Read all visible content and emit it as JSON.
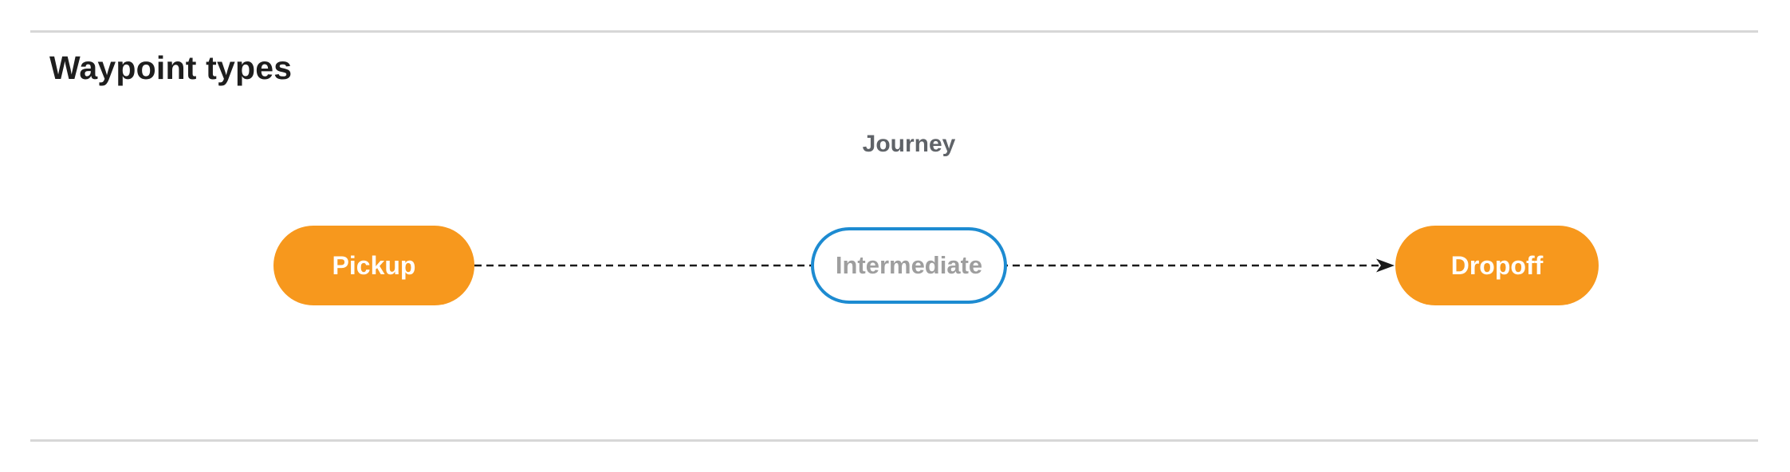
{
  "figure": {
    "title": "Waypoint types",
    "diagram": {
      "title": "Journey",
      "nodes": [
        {
          "id": "pickup",
          "label": "Pickup",
          "style": "filled",
          "fill": "#F7981D",
          "text_color": "#ffffff"
        },
        {
          "id": "intermediate",
          "label": "Intermediate",
          "style": "outlined",
          "fill": "#ffffff",
          "border_color": "#1D8BD1",
          "text_color": "#9E9E9E"
        },
        {
          "id": "dropoff",
          "label": "Dropoff",
          "style": "filled",
          "fill": "#F7981D",
          "text_color": "#ffffff"
        }
      ],
      "edges": [
        {
          "from": "pickup",
          "to": "intermediate",
          "style": "dashed",
          "arrowhead": false
        },
        {
          "from": "intermediate",
          "to": "dropoff",
          "style": "dashed",
          "arrowhead": true
        }
      ],
      "edge_color": "#1a1a1a"
    },
    "colors": {
      "heading_text": "#1e1e1e",
      "journey_label_text": "#5f6368",
      "divider": "#d7d7d7",
      "background": "#ffffff"
    }
  }
}
